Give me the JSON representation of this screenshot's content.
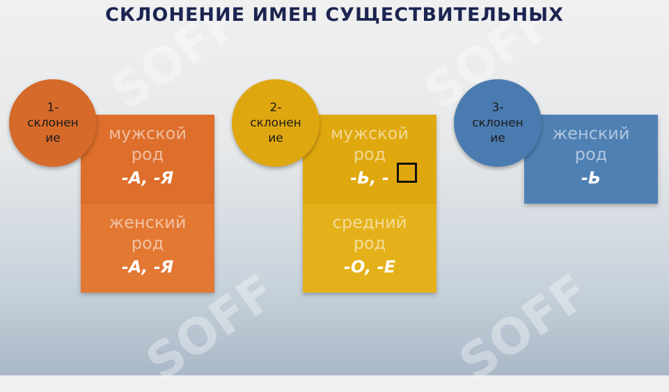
{
  "title": "СКЛОНЕНИЕ ИМЕН СУЩЕСТВИТЕЛЬНЫХ",
  "watermark": "SOFF",
  "colors": {
    "title": "#1c2451",
    "orange": "#dd6e2b",
    "yellow": "#e0a80f",
    "blue": "#4f80b4"
  },
  "groups": [
    {
      "circle": "1-\nсклонен\nие",
      "boxes": [
        {
          "label": "мужской\nрод",
          "suffix": "-А, -Я"
        },
        {
          "label": "женский\nрод",
          "suffix": "-А, -Я"
        }
      ]
    },
    {
      "circle": "2-\nсклонен\nие",
      "boxes": [
        {
          "label": "мужской\nрод",
          "suffix": "-Ь, -"
        },
        {
          "label": "средний\nрод",
          "suffix": "-О, -Е"
        }
      ]
    },
    {
      "circle": "3-\nсклонен\nие",
      "boxes": [
        {
          "label": "женский\nрод",
          "suffix": "-Ь"
        }
      ]
    }
  ]
}
